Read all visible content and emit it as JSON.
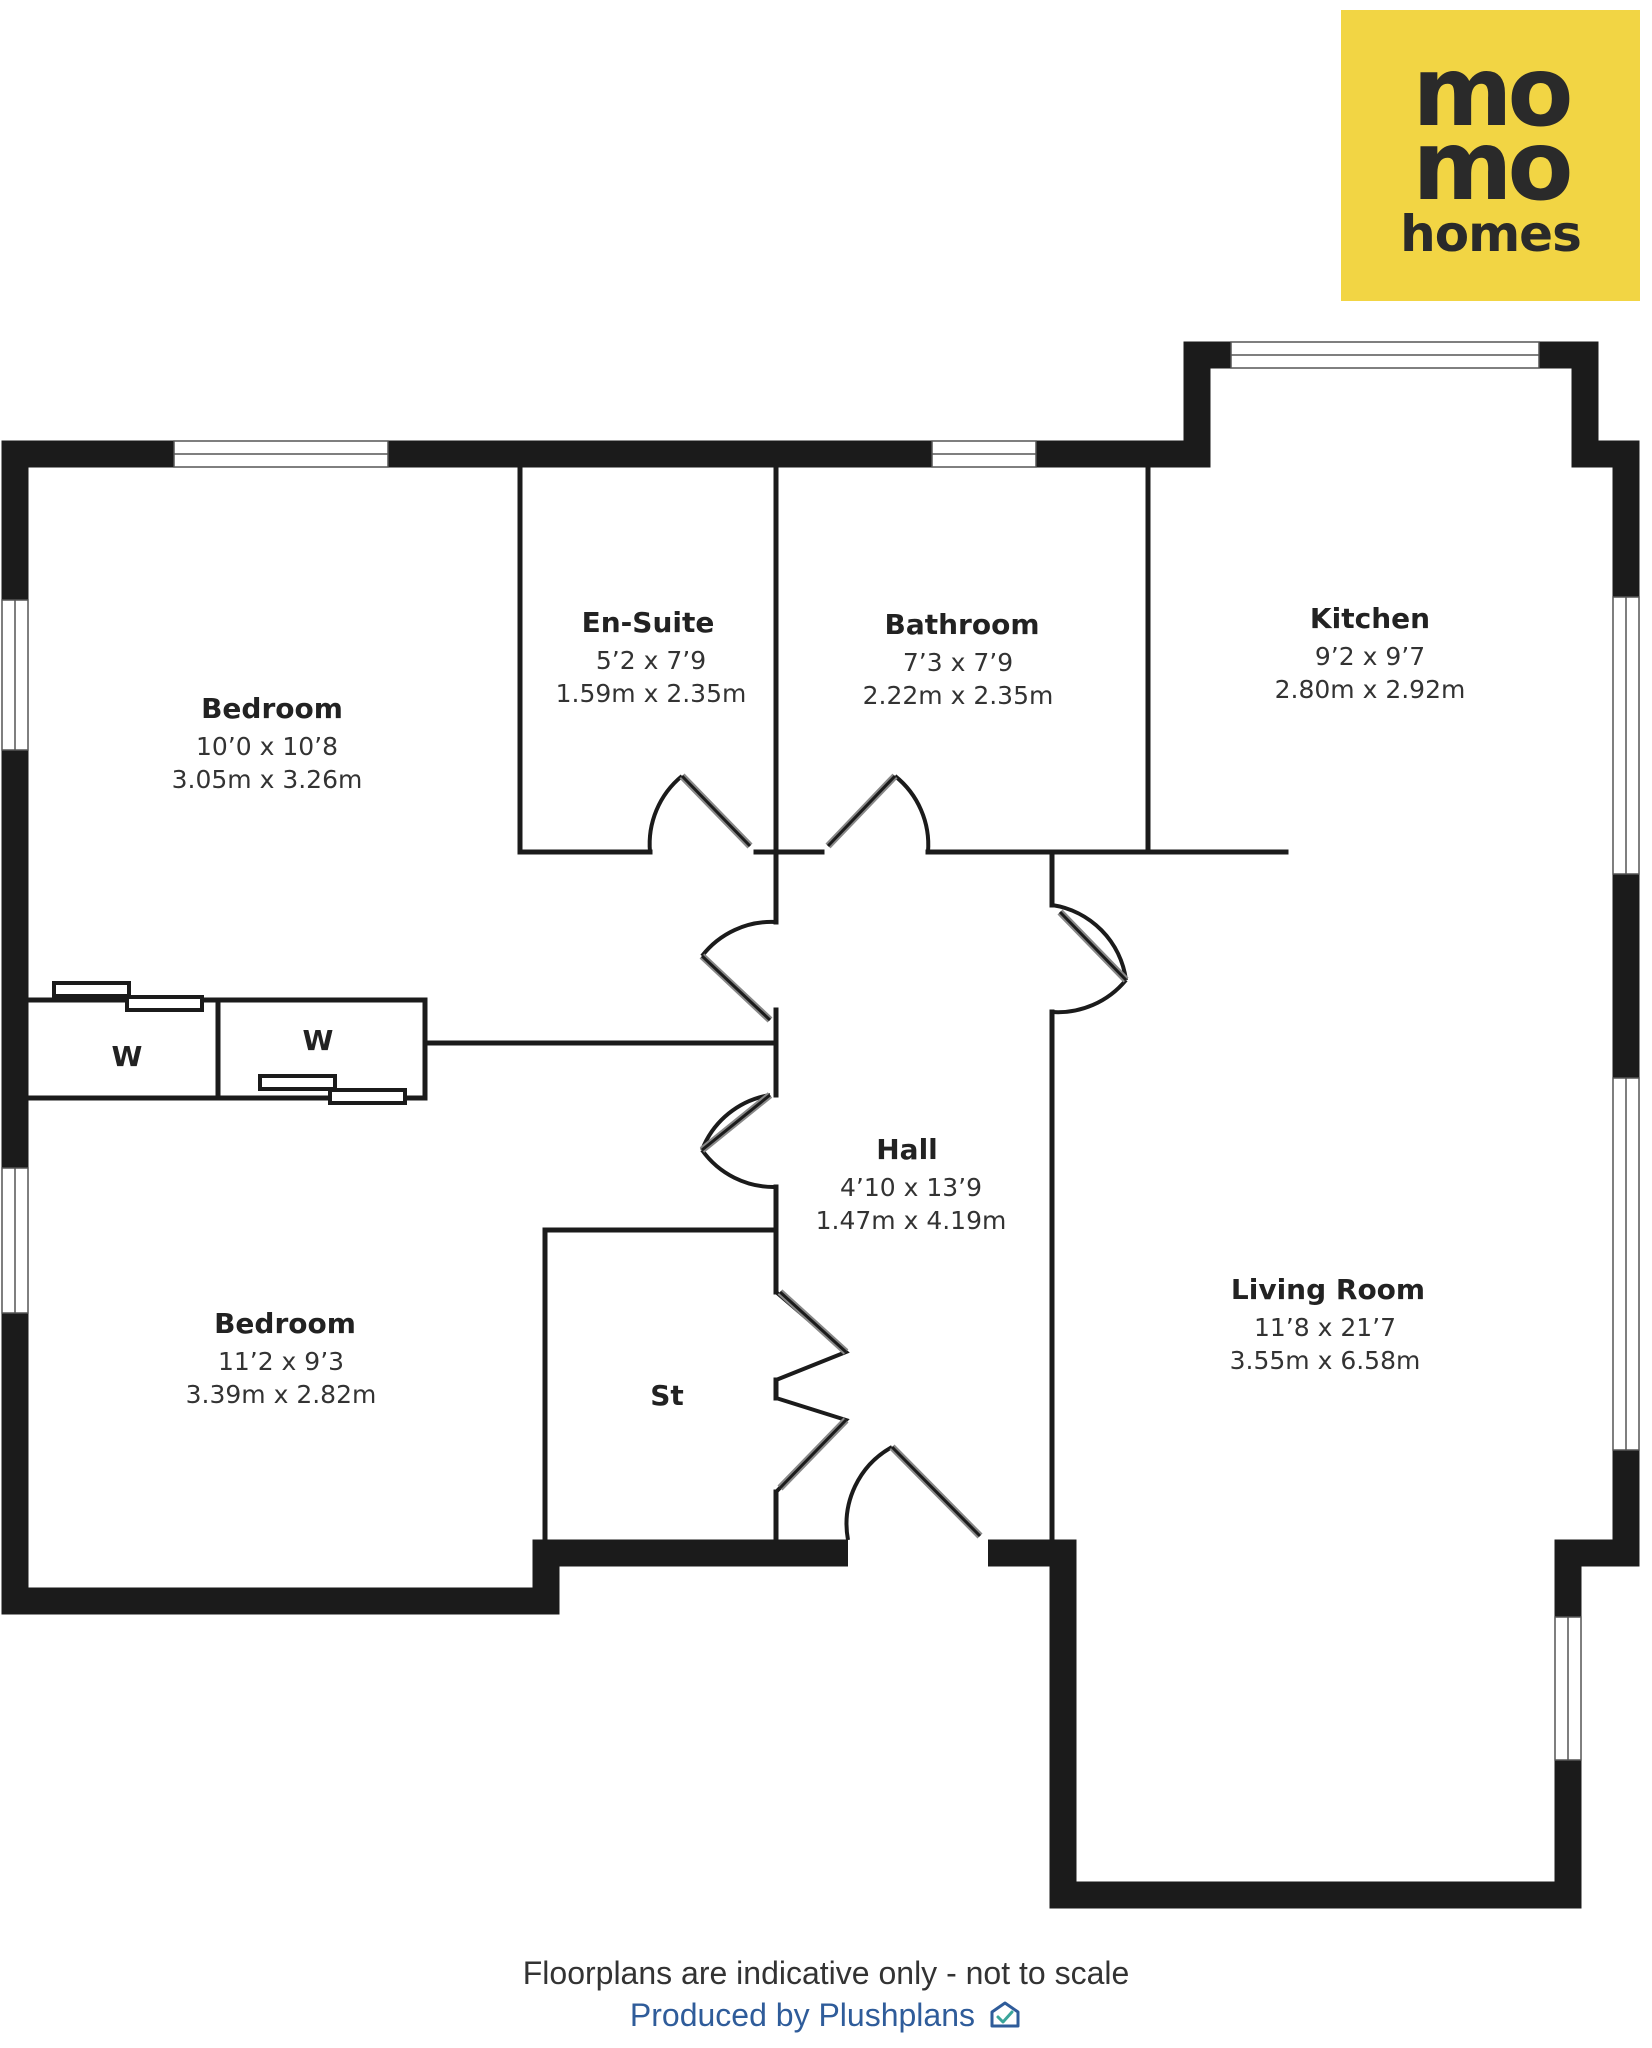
{
  "brand": {
    "logo_lines": [
      "mo",
      "mo",
      "homes"
    ],
    "logo_color": "#F2D544"
  },
  "rooms": {
    "bedroom1": {
      "name": "Bedroom",
      "imperial": "10’0 x 10’8",
      "metric": "3.05m x 3.26m"
    },
    "ensuite": {
      "name": "En-Suite",
      "imperial": "5’2 x 7’9",
      "metric": "1.59m x 2.35m"
    },
    "bathroom": {
      "name": "Bathroom",
      "imperial": "7’3 x 7’9",
      "metric": "2.22m x 2.35m"
    },
    "kitchen": {
      "name": "Kitchen",
      "imperial": "9’2 x 9’7",
      "metric": "2.80m x 2.92m"
    },
    "hall": {
      "name": "Hall",
      "imperial": "4’10 x 13’9",
      "metric": "1.47m x 4.19m"
    },
    "living": {
      "name": "Living Room",
      "imperial": "11’8 x 21’7",
      "metric": "3.55m x 6.58m"
    },
    "bedroom2": {
      "name": "Bedroom",
      "imperial": "11’2 x 9’3",
      "metric": "3.39m x 2.82m"
    },
    "wardrobe1": {
      "name": "W"
    },
    "wardrobe2": {
      "name": "W"
    },
    "store": {
      "name": "St"
    }
  },
  "footer": {
    "disclaimer": "Floorplans are indicative only - not to scale",
    "credit": "Produced by Plushplans",
    "credit_color": "#2f5c9a"
  }
}
